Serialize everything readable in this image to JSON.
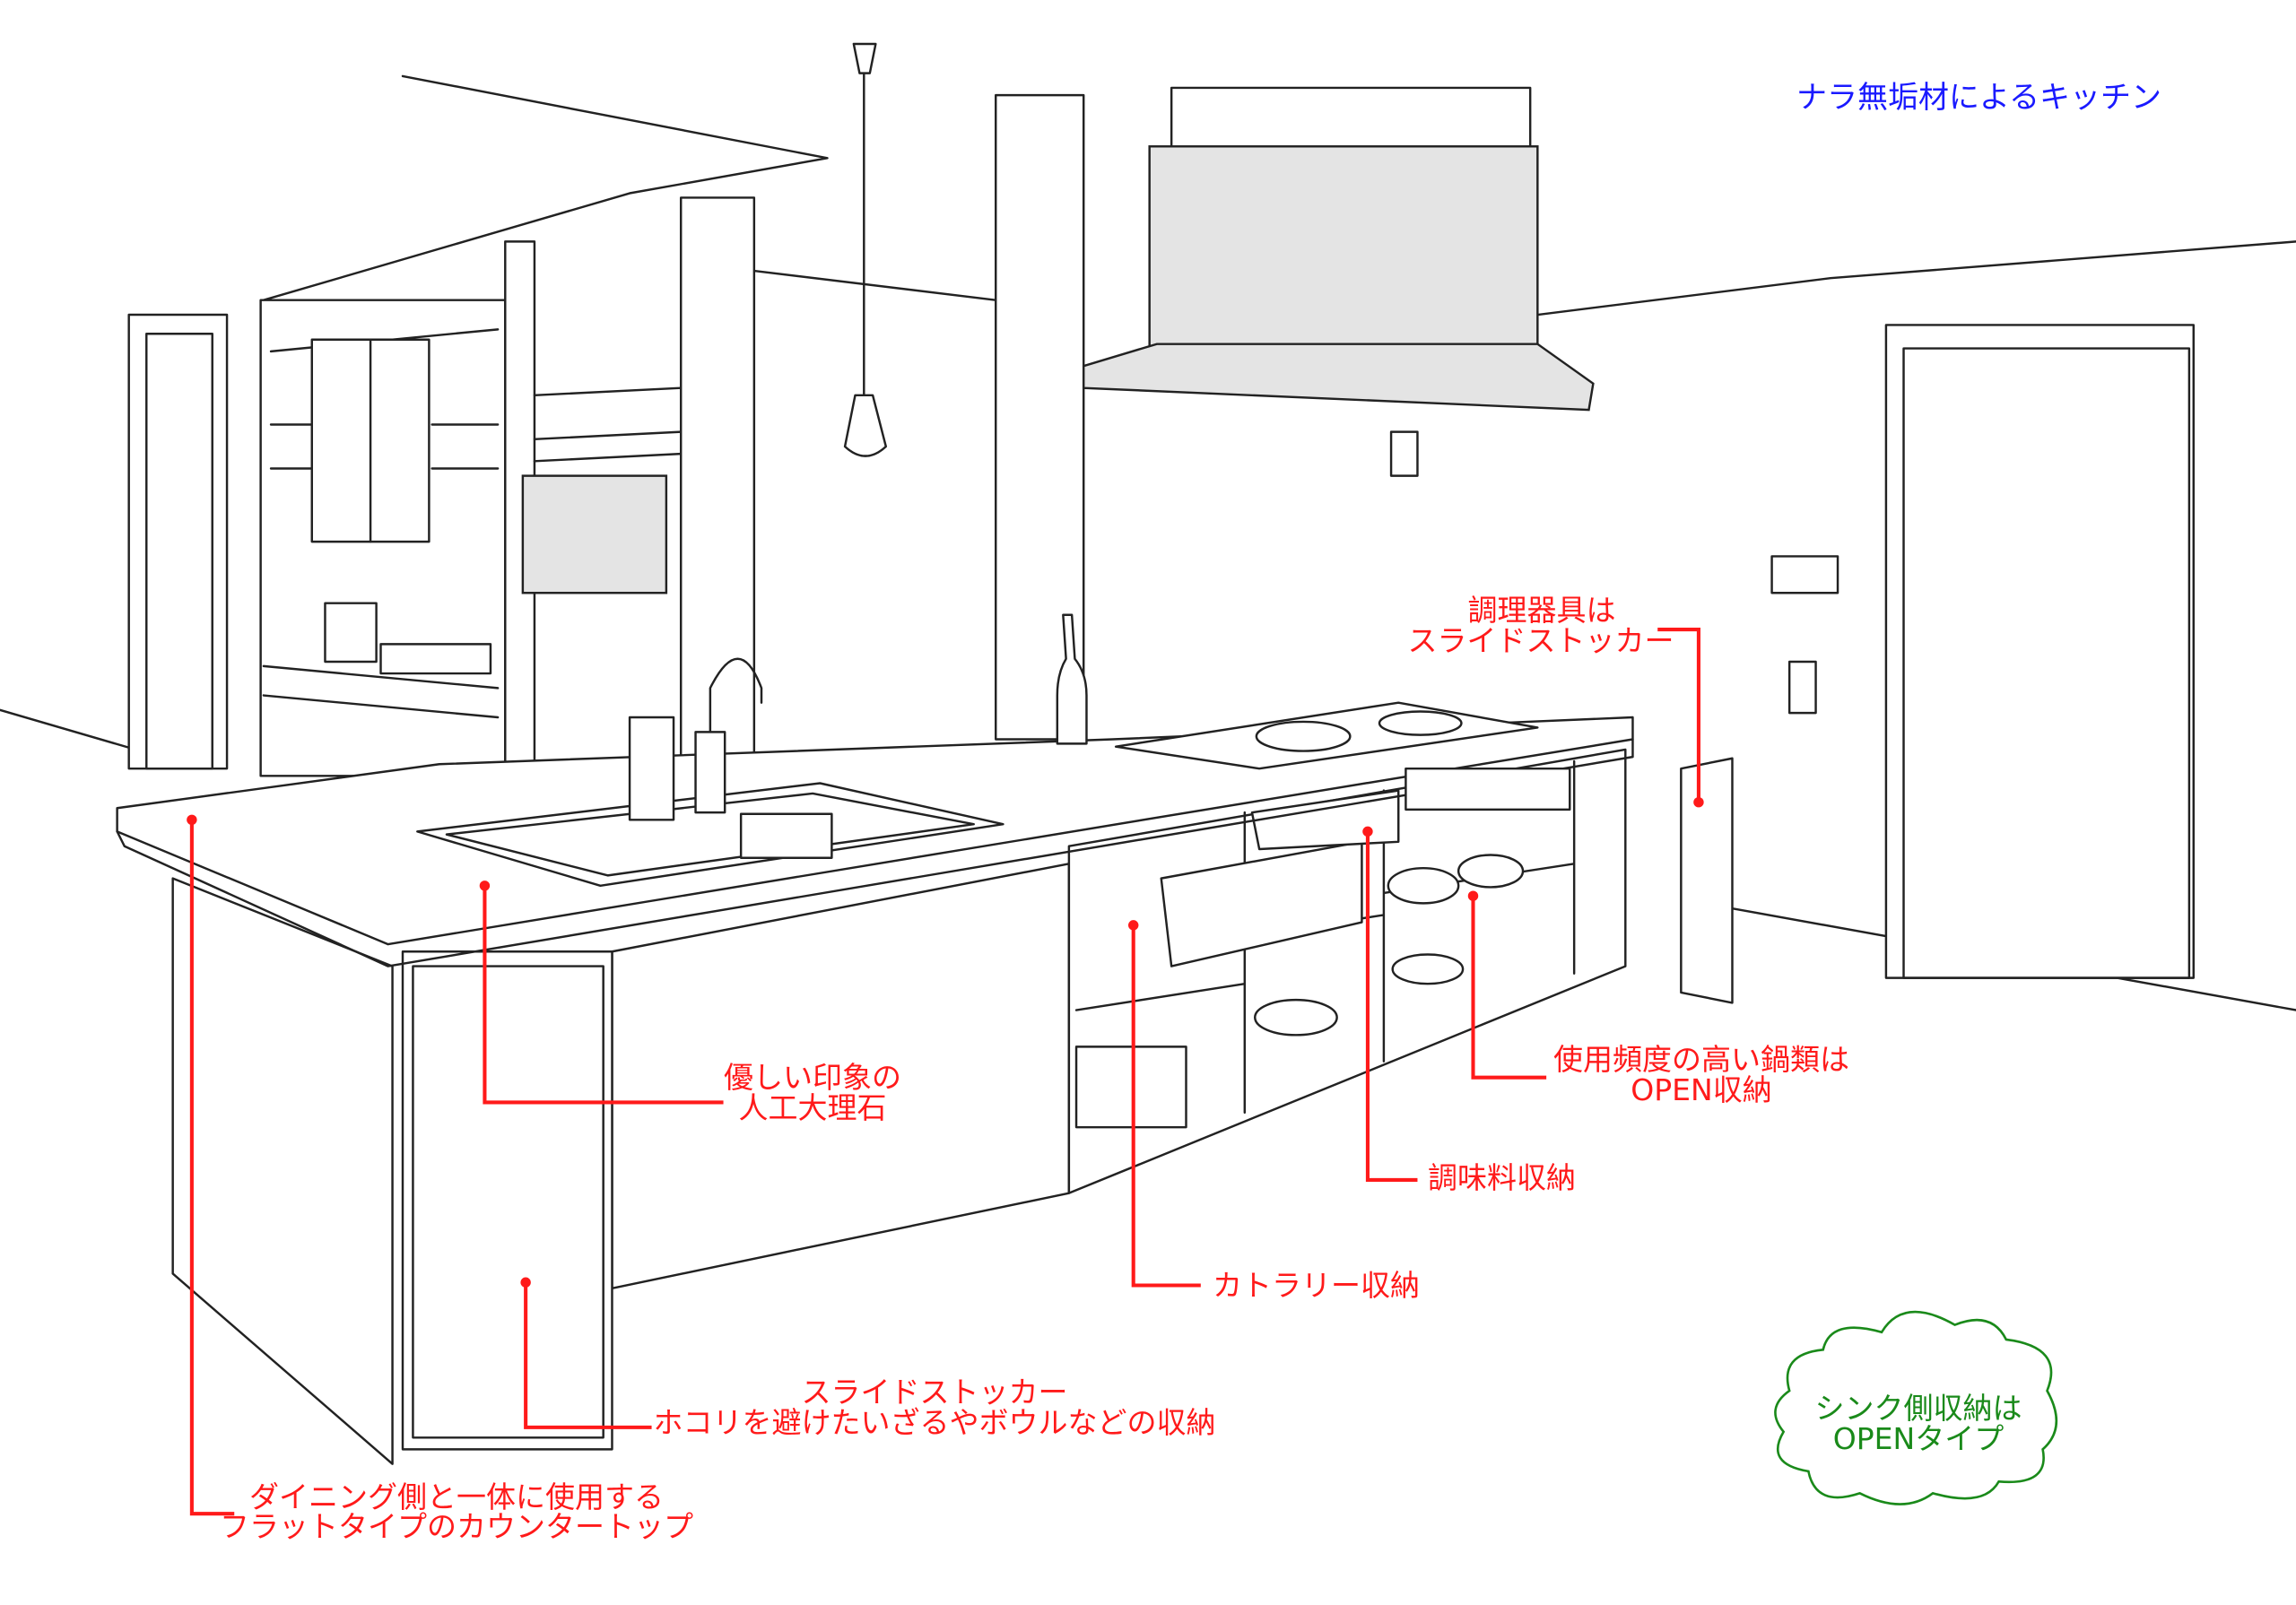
{
  "title": "ナラ無垢材によるキッチン",
  "colors": {
    "annotation": "#ff1a1a",
    "title": "#1a1aff",
    "cloud": "#1a8a1a",
    "hood_fill": "#e4e4e4"
  },
  "annotations": {
    "utensils": [
      "調理器具は",
      "スライドストッカー"
    ],
    "pots": [
      "使用頻度の高い鍋類は",
      "OPEN収納"
    ],
    "seasoning": "調味料収納",
    "cutlery": "カトラリー収納",
    "marble": [
      "優しい印象の",
      "人工大理石"
    ],
    "stocker": [
      "スライドストッカー",
      "ホコリを避けたいざるやボウルなどの収納"
    ],
    "countertop": [
      "ダイニング側と一体に使用する",
      "フラットタイプのカウンタートップ"
    ]
  },
  "cloud_note": [
    "シンク側収納は",
    "OPENタイプ"
  ]
}
